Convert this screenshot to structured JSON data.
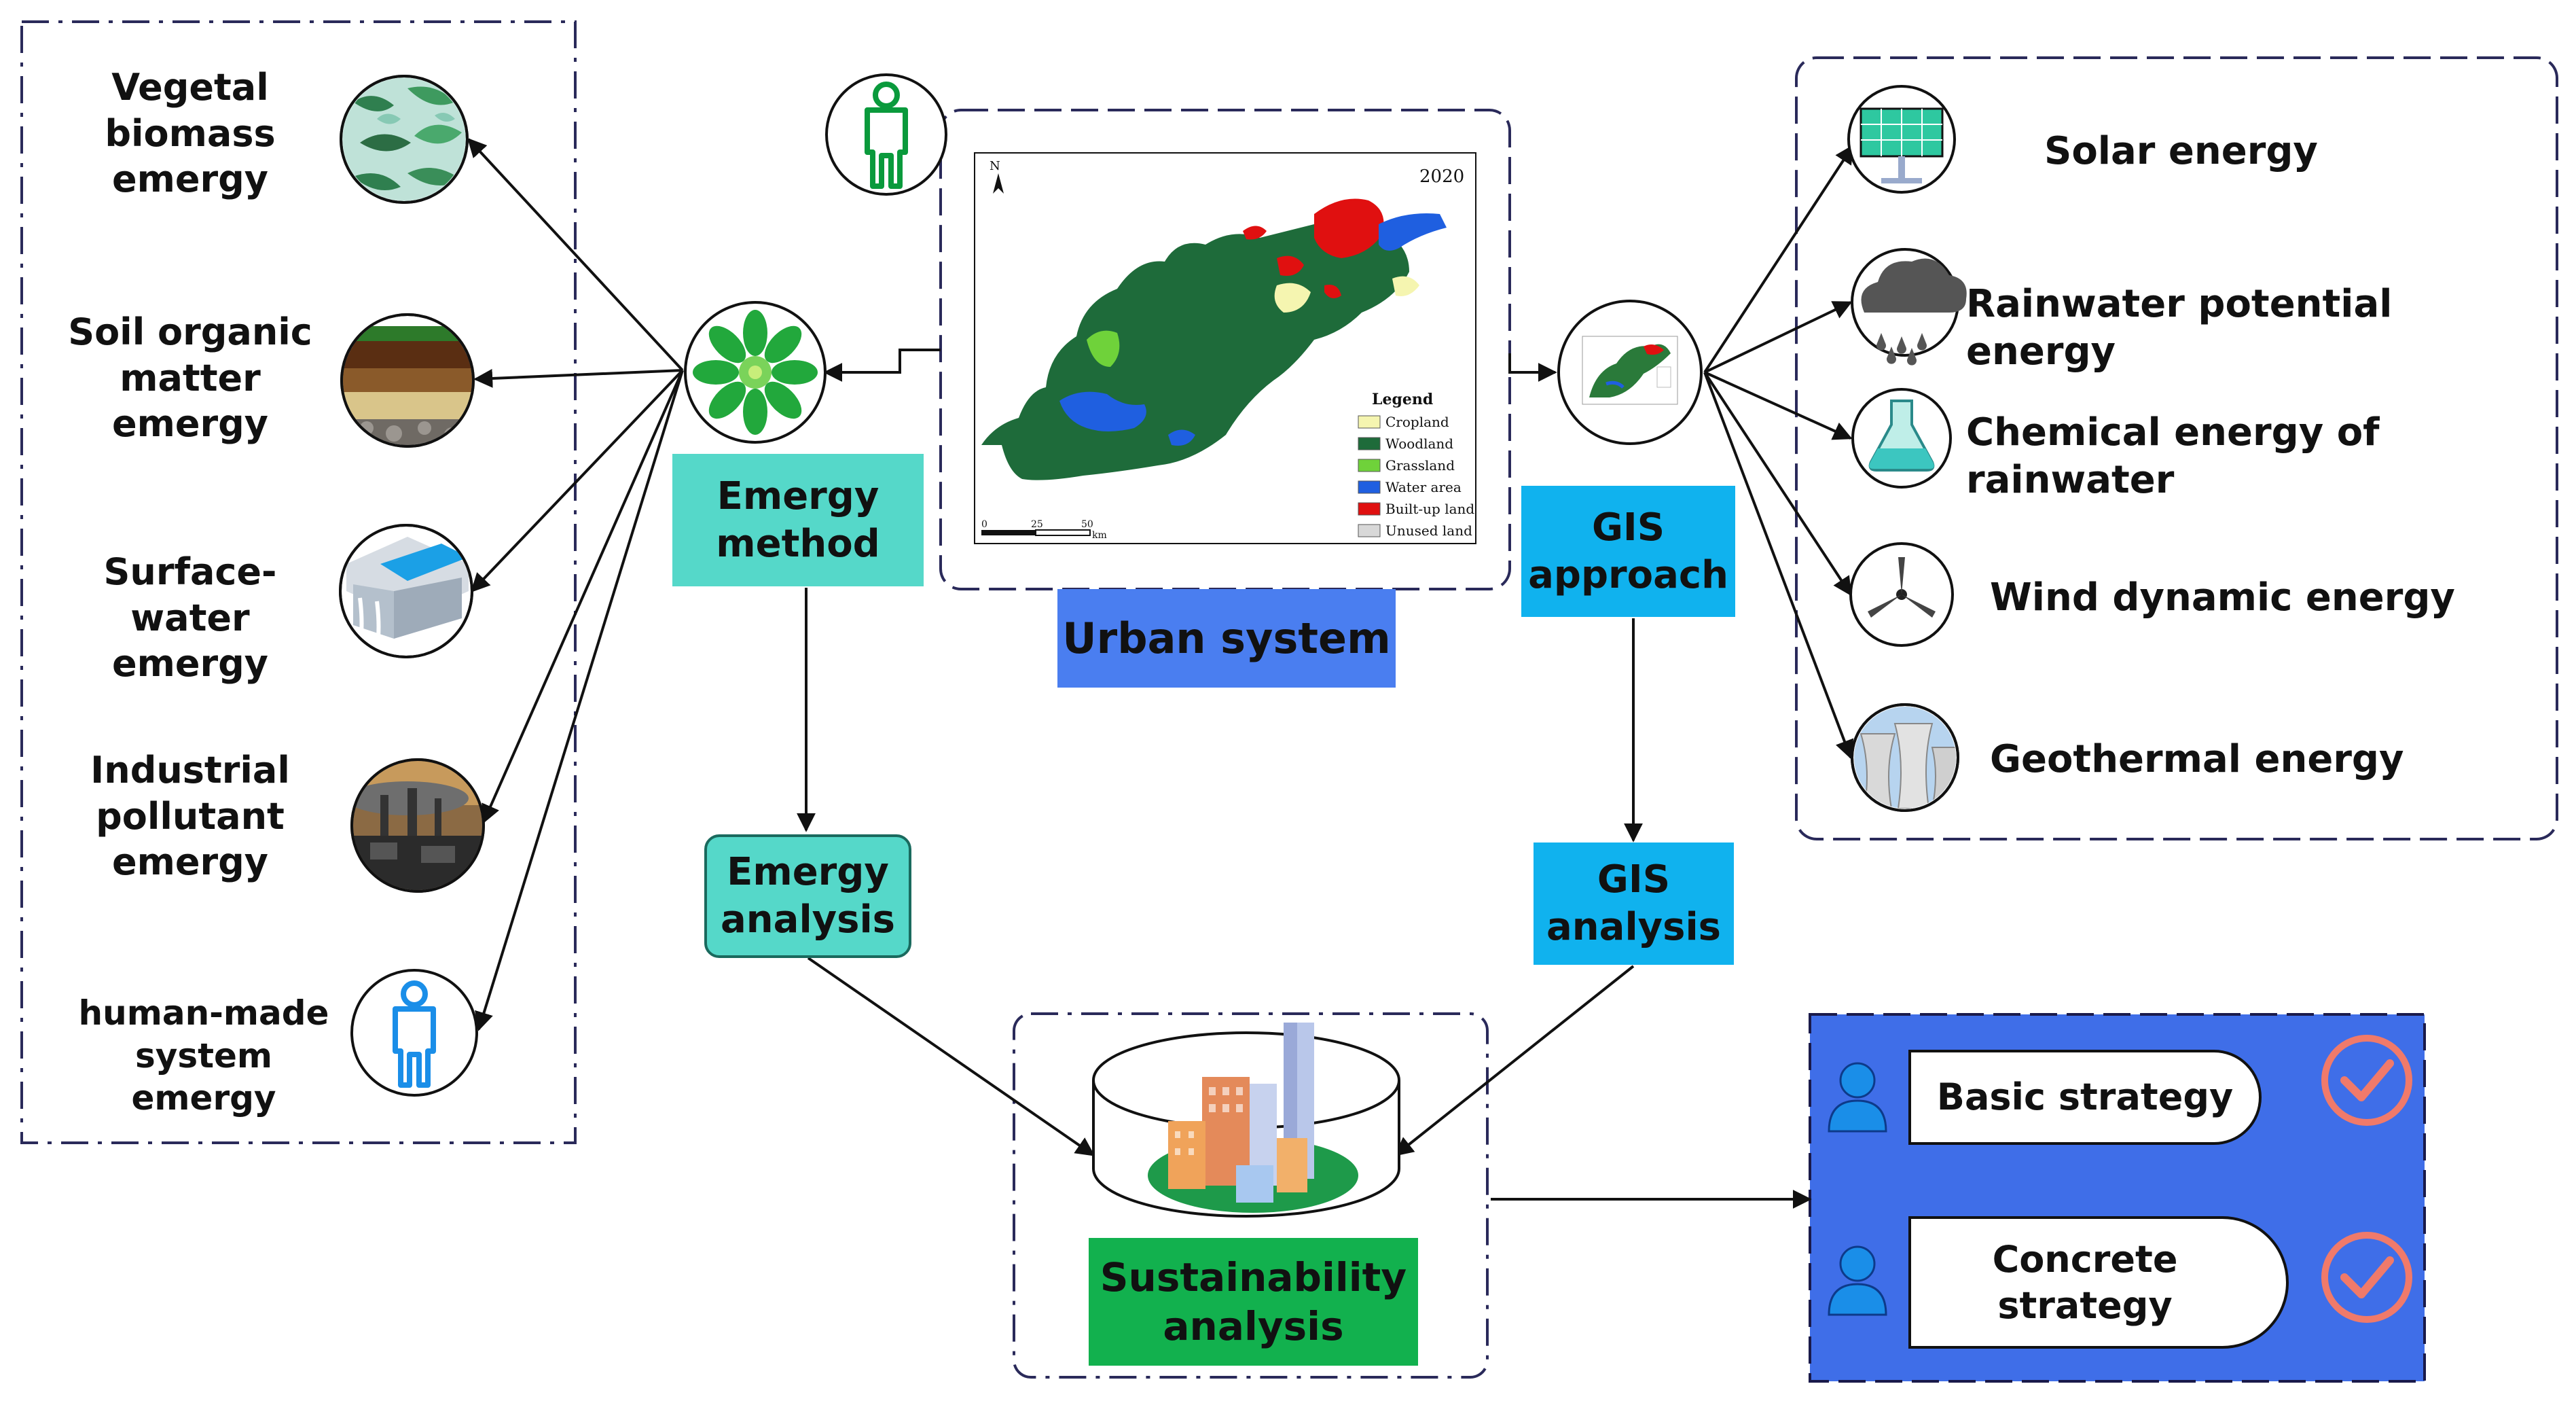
{
  "left_panel": {
    "items": [
      {
        "label": "Vegetal biomass emergy",
        "icon": "leaf-mosaic-icon"
      },
      {
        "label": "Soil organic matter emergy",
        "icon": "soil-layers-icon"
      },
      {
        "label": "Surface-water emergy",
        "icon": "water-dam-icon"
      },
      {
        "label": "Industrial pollutant emergy",
        "icon": "factory-smoke-icon"
      },
      {
        "label": "human-made system emergy",
        "icon": "person-icon"
      }
    ]
  },
  "center": {
    "emergy_method": "Emergy method",
    "emergy_analysis": "Emergy analysis",
    "urban_system": "Urban system",
    "gis_approach": "GIS approach",
    "gis_analysis": "GIS analysis",
    "sustainability_analysis": "Sustainability analysis"
  },
  "map": {
    "year": "2020",
    "north": "N",
    "legend_title": "Legend",
    "legend": [
      {
        "label": "Cropland",
        "color": "#f5f5b0"
      },
      {
        "label": "Woodland",
        "color": "#1e6b3a"
      },
      {
        "label": "Grassland",
        "color": "#6fd23a"
      },
      {
        "label": "Water area",
        "color": "#1f5fe0"
      },
      {
        "label": "Built-up land",
        "color": "#e01010"
      },
      {
        "label": "Unused land",
        "color": "#d8d8d8"
      }
    ],
    "scale_labels": [
      "0",
      "25",
      "50",
      "km"
    ]
  },
  "right_panel": {
    "items": [
      {
        "label": "Solar energy",
        "icon": "solar-panel-icon"
      },
      {
        "label": "Rainwater potential energy",
        "icon": "rain-cloud-icon"
      },
      {
        "label": "Chemical energy of rainwater",
        "icon": "flask-icon"
      },
      {
        "label": "Wind dynamic energy",
        "icon": "wind-turbine-icon"
      },
      {
        "label": "Geothermal energy",
        "icon": "cooling-tower-icon"
      }
    ]
  },
  "strategy_panel": {
    "basic": "Basic strategy",
    "concrete": "Concrete strategy"
  },
  "colors": {
    "teal": "#55d8c9",
    "gis_blue": "#10b2ee",
    "urban_blue": "#4a7ef0",
    "sustain_green": "#12b14e",
    "strategy_bg": "#3f6ee8",
    "check_red": "#f07a6a",
    "person_green": "#0a9a3c",
    "person_blue": "#1a8ee8"
  }
}
